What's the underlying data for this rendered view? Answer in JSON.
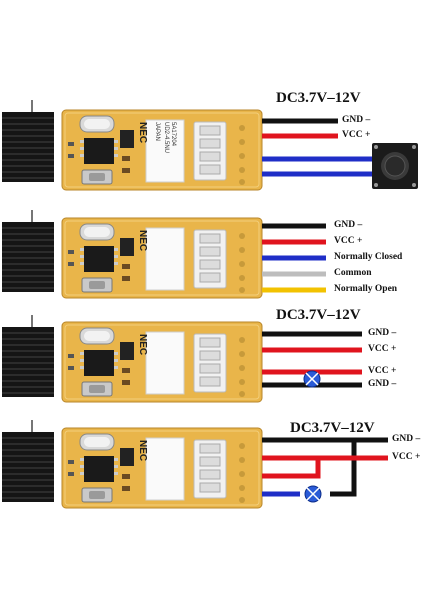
{
  "panels": [
    {
      "heading": "DC3.7V–12V",
      "wires": [
        {
          "label": "GND –",
          "color": "#111111"
        },
        {
          "label": "VCC +",
          "color": "#e0141e"
        }
      ],
      "accessory": "push-button-switch-icon",
      "extra_wires_color": "#1f2ec7"
    },
    {
      "heading": "",
      "wires": [
        {
          "label": "GND –",
          "color": "#111111"
        },
        {
          "label": "VCC +",
          "color": "#e0141e"
        },
        {
          "label": "Normally Closed",
          "color": "#1f2ec7"
        },
        {
          "label": "Common",
          "color": "#bdbdbd"
        },
        {
          "label": "Normally Open",
          "color": "#f2c200"
        }
      ]
    },
    {
      "heading": "DC3.7V–12V",
      "wires": [
        {
          "label": "GND –",
          "color": "#111111"
        },
        {
          "label": "VCC +",
          "color": "#e0141e"
        },
        {
          "label": "VCC +",
          "color": "#e0141e"
        },
        {
          "label": "GND –",
          "color": "#111111"
        }
      ],
      "accessory": "led-load-icon"
    },
    {
      "heading": "DC3.7V–12V",
      "wires": [
        {
          "label": "GND –",
          "color": "#111111"
        },
        {
          "label": "VCC +",
          "color": "#e0141e"
        }
      ],
      "accessory": "led-load-icon"
    }
  ],
  "board": {
    "relay_brand": "NEC",
    "relay_origin": "JAPAN",
    "relay_model": "UD2-4.5NU",
    "relay_code": "5A17204",
    "pcb_color": "#e9b54a",
    "antenna_color": "#1a1a1a",
    "led_color": "#2a5bd7"
  }
}
